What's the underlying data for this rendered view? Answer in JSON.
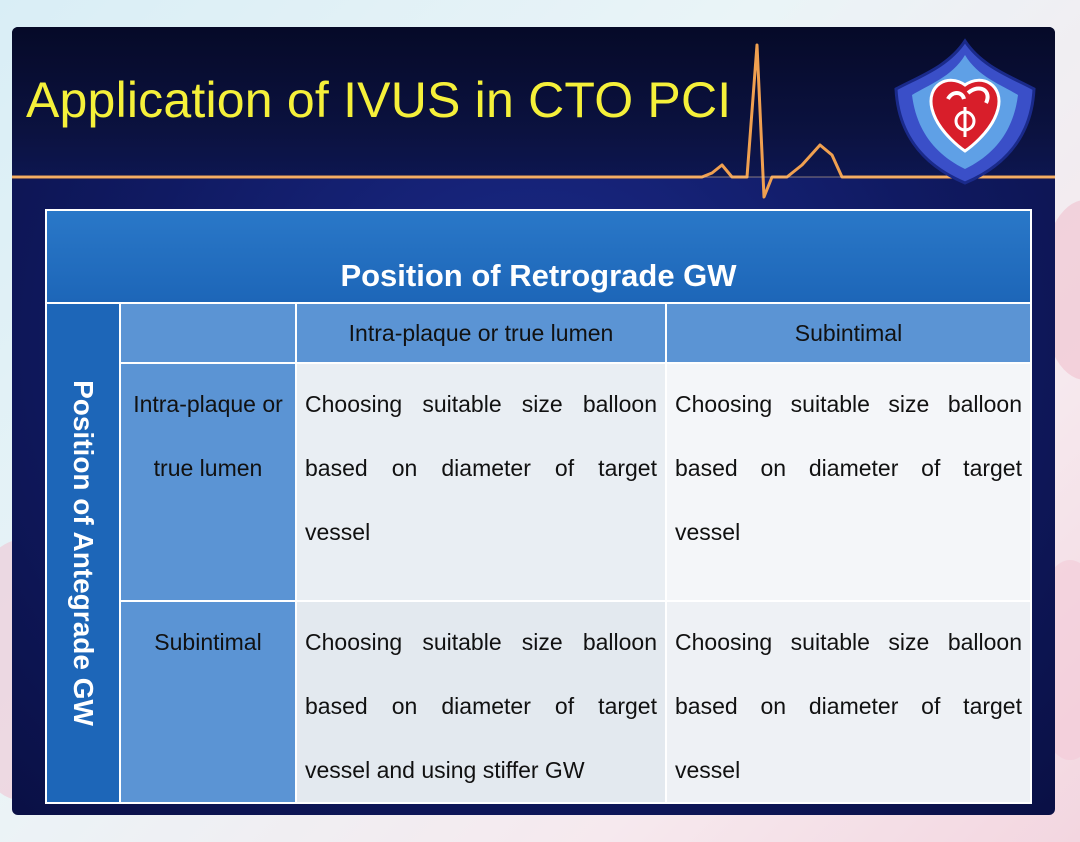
{
  "slide": {
    "title": "Application of IVUS in CTO PCI"
  },
  "logo": {
    "icon": "heart-seal-logo-icon"
  },
  "table": {
    "column_group_header": "Position of Retrograde GW",
    "row_group_header": "Position of Antegrade GW",
    "columns": [
      "Intra-plaque or true lumen",
      "Subintimal"
    ],
    "rows": [
      {
        "label": "Intra-plaque or true lumen",
        "cells": [
          "Choosing suitable size balloon based on diameter of target vessel",
          "Choosing suitable size balloon based on diameter of target vessel"
        ]
      },
      {
        "label": "Subintimal",
        "cells": [
          "Choosing suitable size balloon based on diameter of target vessel and using stiffer GW",
          "Choosing suitable size balloon based on diameter of target vessel"
        ]
      }
    ]
  },
  "colors": {
    "title": "#f5f03a",
    "slide_bg": "#101a62",
    "header_blue": "#1d66b8",
    "subheader_blue": "#5b94d4",
    "ecg_line": "#f0a050"
  }
}
